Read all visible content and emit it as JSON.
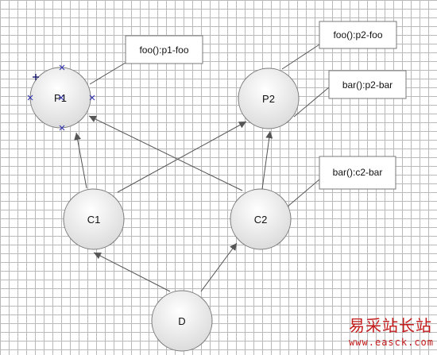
{
  "nodes": {
    "p1": "P1",
    "p2": "P2",
    "c1": "C1",
    "c2": "C2",
    "d": "D"
  },
  "notes": {
    "p1_foo": "foo():p1-foo",
    "p2_foo": "foo():p2-foo",
    "p2_bar": "bar():p2-bar",
    "c2_bar": "bar():c2-bar"
  },
  "watermark": {
    "title": "易采站长站",
    "url": "www.easck.com"
  },
  "colors": {
    "grid": "#b9b9b9",
    "node_fill_top": "#ffffff",
    "node_fill_bottom": "#dcdcdc",
    "edge": "#555555",
    "watermark": "#c41b1b",
    "selection_handle": "#2b2bb0"
  }
}
